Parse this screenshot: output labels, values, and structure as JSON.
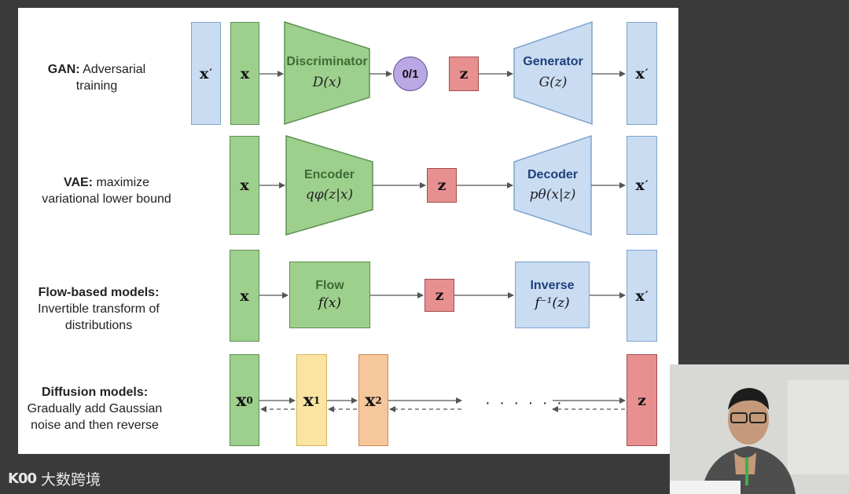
{
  "rows": [
    {
      "bold": "GAN:",
      "rest_line1": " Adversarial",
      "rest_line2": "training"
    },
    {
      "bold": "VAE:",
      "rest_line1": " maximize",
      "rest_line2": "variational lower bound"
    },
    {
      "bold": "Flow-based models:",
      "rest_line1": "Invertible transform of",
      "rest_line2": "distributions"
    },
    {
      "bold": "Diffusion models:",
      "rest_line1": "Gradually add Gaussian",
      "rest_line2": "noise and then reverse"
    }
  ],
  "symbols": {
    "x": "x",
    "x_prime": "x",
    "prime": "′",
    "z": "z",
    "x0_base": "x",
    "x0_sub": "0",
    "x1_base": "x",
    "x1_sub": "1",
    "x2_base": "x",
    "x2_sub": "2",
    "binary": "0/1",
    "ellipsis": "· · · · · ·"
  },
  "modules": {
    "discriminator": {
      "title": "Discriminator",
      "formula": "D(x)"
    },
    "generator": {
      "title": "Generator",
      "formula": "G(z)"
    },
    "encoder": {
      "title": "Encoder",
      "formula": "qφ(z|x)"
    },
    "decoder": {
      "title": "Decoder",
      "formula": "pθ(x|z)"
    },
    "flow": {
      "title": "Flow",
      "formula": "f(x)"
    },
    "inverse": {
      "title": "Inverse",
      "formula": "f⁻¹(z)"
    }
  },
  "watermark": {
    "logo": "K00",
    "text": "大数跨境"
  },
  "colors": {
    "green": "#9ed08d",
    "blue": "#c9dcf2",
    "red": "#e89090",
    "purple": "#b9a8e4",
    "yellow": "#fbe3a1",
    "orange": "#f6c79b",
    "title_green": "#3d6b34",
    "title_blue": "#1f3f7a"
  }
}
